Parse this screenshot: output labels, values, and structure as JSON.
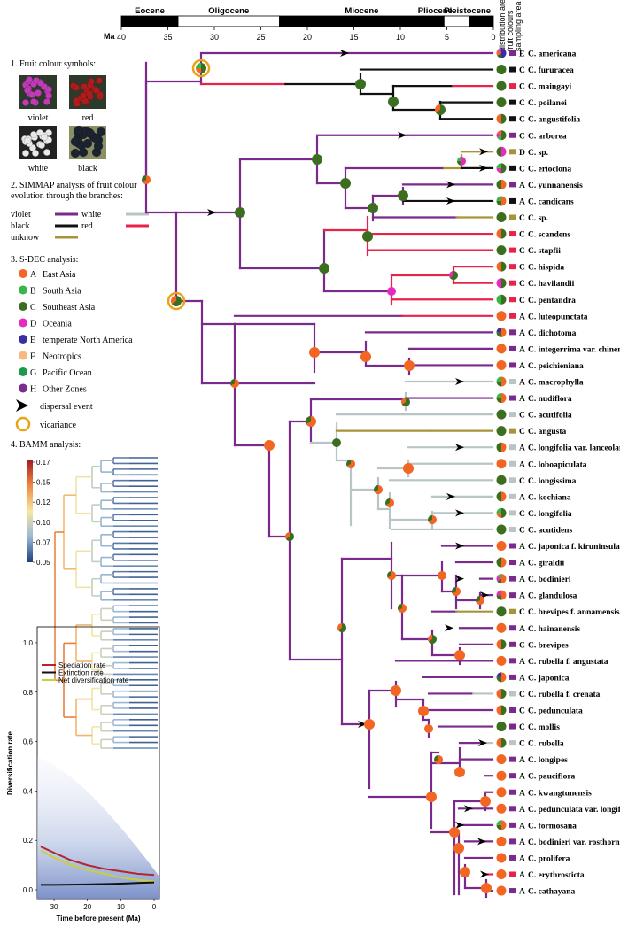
{
  "timescale": {
    "unit_label": "Ma",
    "epochs": [
      {
        "name": "Eocene",
        "from": 40,
        "to": 33.9
      },
      {
        "name": "Oligocene",
        "from": 33.9,
        "to": 23
      },
      {
        "name": "Miocene",
        "from": 23,
        "to": 5.3
      },
      {
        "name": "Pliocene",
        "from": 5.3,
        "to": 2.6
      },
      {
        "name": "Pleistocene",
        "from": 2.6,
        "to": 0
      }
    ],
    "ticks": [
      40,
      35,
      30,
      25,
      20,
      15,
      10,
      5,
      0
    ]
  },
  "column_headers": [
    "distribution area",
    "fruit colours",
    "sampling area"
  ],
  "legend": {
    "section1_title": "1. Fruit colour symbols:",
    "fruit_photos": [
      {
        "label": "violet",
        "color": "#c23bb6"
      },
      {
        "label": "red",
        "color": "#b01c1c"
      },
      {
        "label": "white",
        "color": "#e9e9e9"
      },
      {
        "label": "black",
        "color": "#1c2330"
      }
    ],
    "section2_title": "2. SIMMAP analysis of fruit colour",
    "section2_title_line2": "evolution through the branches:",
    "branch_colors": [
      {
        "label": "violet",
        "color": "#7a2a8c"
      },
      {
        "label": "white",
        "color": "#b8c4c6"
      },
      {
        "label": "black",
        "color": "#111111"
      },
      {
        "label": "red",
        "color": "#e8224a"
      },
      {
        "label": "unknow",
        "color": "#a7933a"
      }
    ],
    "section3_title": "3. S-DEC analysis:",
    "areas": [
      {
        "code": "A",
        "name": "East Asia",
        "color": "#f26522"
      },
      {
        "code": "B",
        "name": "South Asia",
        "color": "#39b54a"
      },
      {
        "code": "C",
        "name": "Southeast Asia",
        "color": "#3c6e1f"
      },
      {
        "code": "D",
        "name": "Oceania",
        "color": "#e629c1"
      },
      {
        "code": "E",
        "name": "temperate North America",
        "color": "#3b2fa0"
      },
      {
        "code": "F",
        "name": "Neotropics",
        "color": "#f7b97e"
      },
      {
        "code": "G",
        "name": "Pacific Ocean",
        "color": "#1a9b4b"
      },
      {
        "code": "H",
        "name": "Other Zones",
        "color": "#7b2d8e"
      }
    ],
    "dispersal_label": "dispersal event",
    "vicariance_label": "vicariance",
    "section4_title": "4. BAMM analysis:",
    "bamm_scale": {
      "ticks": [
        "0.17",
        "0.15",
        "0.12",
        "0.10",
        "0.07",
        "0.05"
      ]
    }
  },
  "diversification_plot": {
    "ylabel": "Diversification rate",
    "xlabel": "Time before present (Ma)",
    "yticks": [
      "0.0",
      "0.2",
      "0.4",
      "0.6",
      "0.8",
      "1.0"
    ],
    "xticks": [
      "30",
      "20",
      "10",
      "0"
    ],
    "series_legend": [
      {
        "name": "Speciation rate",
        "color": "#b3262e"
      },
      {
        "name": "Extinction rate",
        "color": "#111111"
      },
      {
        "name": "Net diversification rate",
        "color": "#c9cf3a"
      }
    ]
  },
  "species": [
    {
      "code": "E",
      "name": "C. americana",
      "dist": [
        "#3b2fa0",
        "#3c6e1f",
        "#f26522",
        "#e629c1"
      ],
      "fruit": "#7a2a8c"
    },
    {
      "code": "C",
      "name": "C. fururacea",
      "dist": [
        "#3c6e1f"
      ],
      "fruit": "#111111"
    },
    {
      "code": "C",
      "name": "C. maingayi",
      "dist": [
        "#3c6e1f"
      ],
      "fruit": "#e8224a"
    },
    {
      "code": "C",
      "name": "C. poilanei",
      "dist": [
        "#3c6e1f"
      ],
      "fruit": "#111111"
    },
    {
      "code": "C",
      "name": "C. angustifolia",
      "dist": [
        "#3c6e1f",
        "#f26522"
      ],
      "fruit": "#111111"
    },
    {
      "code": "C",
      "name": "C. arborea",
      "dist": [
        "#3c6e1f",
        "#39b54a",
        "#e629c1",
        "#f26522"
      ],
      "fruit": "#7a2a8c"
    },
    {
      "code": "D",
      "name": "C. sp.",
      "dist": [
        "#e629c1",
        "#3c6e1f"
      ],
      "fruit": "#a7933a"
    },
    {
      "code": "C",
      "name": "C. erioclona",
      "dist": [
        "#3c6e1f",
        "#e629c1",
        "#39b54a"
      ],
      "fruit": "#111111"
    },
    {
      "code": "A",
      "name": "C. yunnanensis",
      "dist": [
        "#f26522",
        "#3c6e1f"
      ],
      "fruit": "#7a2a8c"
    },
    {
      "code": "A",
      "name": "C. candicans",
      "dist": [
        "#f26522",
        "#3c6e1f",
        "#39b54a"
      ],
      "fruit": "#111111"
    },
    {
      "code": "C",
      "name": "C. sp.",
      "dist": [
        "#3c6e1f"
      ],
      "fruit": "#a7933a"
    },
    {
      "code": "C",
      "name": "C. scandens",
      "dist": [
        "#3c6e1f",
        "#f26522"
      ],
      "fruit": "#e8224a"
    },
    {
      "code": "C",
      "name": "C. stapfii",
      "dist": [
        "#3c6e1f"
      ],
      "fruit": "#e8224a"
    },
    {
      "code": "C",
      "name": "C. hispida",
      "dist": [
        "#3c6e1f",
        "#f26522"
      ],
      "fruit": "#e8224a"
    },
    {
      "code": "C",
      "name": "C. havilandii",
      "dist": [
        "#3c6e1f",
        "#e629c1"
      ],
      "fruit": "#e8224a"
    },
    {
      "code": "C",
      "name": "C. pentandra",
      "dist": [
        "#3c6e1f",
        "#39b54a"
      ],
      "fruit": "#e8224a"
    },
    {
      "code": "A",
      "name": "C. luteopunctata",
      "dist": [
        "#f26522"
      ],
      "fruit": "#e8224a"
    },
    {
      "code": "A",
      "name": "C. dichotoma",
      "dist": [
        "#f26522",
        "#3c6e1f",
        "#3b2fa0"
      ],
      "fruit": "#7a2a8c"
    },
    {
      "code": "A",
      "name": "C. integerrima var. chinensis",
      "dist": [
        "#f26522"
      ],
      "fruit": "#7a2a8c"
    },
    {
      "code": "A",
      "name": "C. peichieniana",
      "dist": [
        "#f26522"
      ],
      "fruit": "#7a2a8c"
    },
    {
      "code": "A",
      "name": "C. macrophylla",
      "dist": [
        "#f26522",
        "#3c6e1f",
        "#39b54a"
      ],
      "fruit": "#b8c4c6"
    },
    {
      "code": "A",
      "name": "C. nudiflora",
      "dist": [
        "#f26522",
        "#3c6e1f",
        "#39b54a"
      ],
      "fruit": "#7a2a8c"
    },
    {
      "code": "C",
      "name": "C. acutifolia",
      "dist": [
        "#3c6e1f"
      ],
      "fruit": "#b8c4c6"
    },
    {
      "code": "C",
      "name": "C. angusta",
      "dist": [
        "#3c6e1f"
      ],
      "fruit": "#a7933a"
    },
    {
      "code": "A",
      "name": "C. longifolia var. lanceolaria",
      "dist": [
        "#f26522",
        "#3c6e1f"
      ],
      "fruit": "#b8c4c6"
    },
    {
      "code": "A",
      "name": "C. loboapiculata",
      "dist": [
        "#f26522"
      ],
      "fruit": "#b8c4c6"
    },
    {
      "code": "C",
      "name": "C. longissima",
      "dist": [
        "#3c6e1f"
      ],
      "fruit": "#b8c4c6"
    },
    {
      "code": "A",
      "name": "C. kochiana",
      "dist": [
        "#f26522",
        "#3c6e1f"
      ],
      "fruit": "#b8c4c6"
    },
    {
      "code": "C",
      "name": "C. longifolia",
      "dist": [
        "#3c6e1f",
        "#f26522",
        "#39b54a"
      ],
      "fruit": "#b8c4c6"
    },
    {
      "code": "C",
      "name": "C. acutidens",
      "dist": [
        "#3c6e1f"
      ],
      "fruit": "#b8c4c6"
    },
    {
      "code": "A",
      "name": "C. japonica f. kiruninsularis",
      "dist": [
        "#f26522"
      ],
      "fruit": "#7a2a8c"
    },
    {
      "code": "A",
      "name": "C. giraldii",
      "dist": [
        "#f26522",
        "#3c6e1f"
      ],
      "fruit": "#7a2a8c"
    },
    {
      "code": "A",
      "name": "C. bodinieri",
      "dist": [
        "#f26522",
        "#3c6e1f",
        "#e629c1",
        "#39b54a"
      ],
      "fruit": "#7a2a8c"
    },
    {
      "code": "A",
      "name": "C. glandulosa",
      "dist": [
        "#f26522",
        "#3c6e1f",
        "#e629c1"
      ],
      "fruit": "#7a2a8c"
    },
    {
      "code": "C",
      "name": "C. brevipes f. annamensis",
      "dist": [
        "#3c6e1f"
      ],
      "fruit": "#a7933a"
    },
    {
      "code": "A",
      "name": "C. hainanensis",
      "dist": [
        "#f26522"
      ],
      "fruit": "#7a2a8c"
    },
    {
      "code": "C",
      "name": "C. brevipes",
      "dist": [
        "#3c6e1f",
        "#f26522"
      ],
      "fruit": "#7a2a8c"
    },
    {
      "code": "A",
      "name": "C. rubella f. angustata",
      "dist": [
        "#f26522"
      ],
      "fruit": "#7a2a8c"
    },
    {
      "code": "A",
      "name": "C. japonica",
      "dist": [
        "#f26522",
        "#3c6e1f",
        "#3b2fa0"
      ],
      "fruit": "#7a2a8c"
    },
    {
      "code": "C",
      "name": "C. rubella f. crenata",
      "dist": [
        "#3c6e1f",
        "#f26522"
      ],
      "fruit": "#b8c4c6"
    },
    {
      "code": "C",
      "name": "C. pedunculata",
      "dist": [
        "#3c6e1f",
        "#f26522"
      ],
      "fruit": "#7a2a8c"
    },
    {
      "code": "C",
      "name": "C. mollis",
      "dist": [
        "#3c6e1f"
      ],
      "fruit": "#7a2a8c"
    },
    {
      "code": "C",
      "name": "C. rubella",
      "dist": [
        "#3c6e1f",
        "#f26522"
      ],
      "fruit": "#b8c4c6"
    },
    {
      "code": "A",
      "name": "C. longipes",
      "dist": [
        "#f26522"
      ],
      "fruit": "#7a2a8c"
    },
    {
      "code": "A",
      "name": "C. pauciflora",
      "dist": [
        "#f26522"
      ],
      "fruit": "#7a2a8c"
    },
    {
      "code": "A",
      "name": "C. kwangtunensis",
      "dist": [
        "#f26522"
      ],
      "fruit": "#7a2a8c"
    },
    {
      "code": "A",
      "name": "C. pedunculata var. longifolia",
      "dist": [
        "#f26522"
      ],
      "fruit": "#7a2a8c"
    },
    {
      "code": "A",
      "name": "C. formosana",
      "dist": [
        "#f26522",
        "#3c6e1f",
        "#39b54a"
      ],
      "fruit": "#7a2a8c"
    },
    {
      "code": "A",
      "name": "C. bodinieri var. rosthornii",
      "dist": [
        "#f26522"
      ],
      "fruit": "#7a2a8c"
    },
    {
      "code": "A",
      "name": "C. prolifera",
      "dist": [
        "#f26522"
      ],
      "fruit": "#7a2a8c"
    },
    {
      "code": "A",
      "name": "C. erythrosticta",
      "dist": [
        "#f26522"
      ],
      "fruit": "#e8224a"
    },
    {
      "code": "A",
      "name": "C. cathayana",
      "dist": [
        "#f26522"
      ],
      "fruit": "#7a2a8c"
    }
  ]
}
